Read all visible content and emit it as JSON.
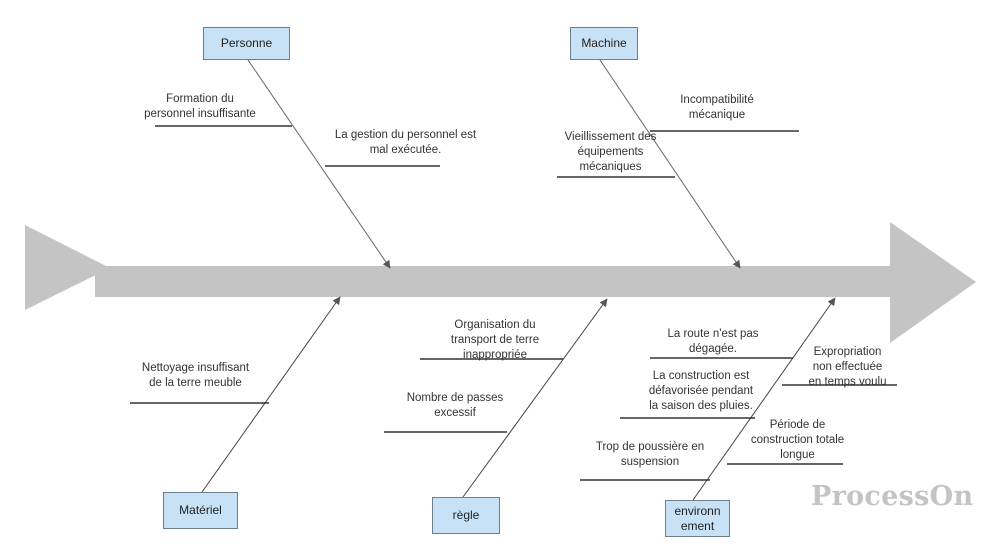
{
  "categories": {
    "personne": "Personne",
    "machine": "Machine",
    "materiel": "Matériel",
    "regle": "règle",
    "environnement": "environn\nement"
  },
  "causes": {
    "formation": "Formation du\npersonnel insuffisante",
    "gestion": "La gestion du personnel est\nmal exécutée.",
    "incompatibilite": "Incompatibilité\nmécanique",
    "vieillissement": "Vieillissement des\néquipements\nmécaniques",
    "nettoyage": "Nettoyage insuffisant\nde la terre meuble",
    "organisation": "Organisation du\ntransport de terre\ninappropriée",
    "passes": "Nombre de passes\nexcessif",
    "route": "La route n'est pas\ndégagée.",
    "saison": "La construction est\ndéfavorisée pendant\nla saison des pluies.",
    "poussiere": "Trop de poussière en\nsuspension",
    "expropriation": "Expropriation\nnon effectuée\nen temps voulu",
    "periode": "Période de\nconstruction totale\nlongue"
  },
  "watermark": "ProcessOn",
  "colors": {
    "spine": "#c4c4c4",
    "box_fill": "#c7e2f6",
    "box_border": "#6e7f8c",
    "line": "#555555",
    "watermark": "#c4c4c4"
  }
}
